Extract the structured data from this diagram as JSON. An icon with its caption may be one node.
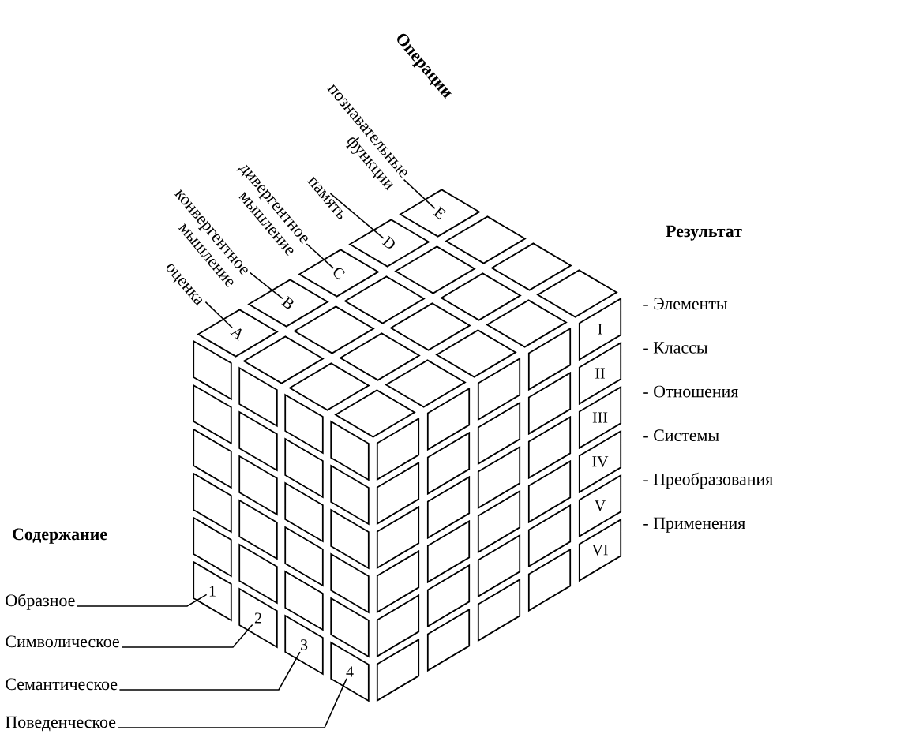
{
  "diagram": {
    "nodes": [
      {
        "text": [
          "оценка"
        ]
      },
      {
        "text": [
          "конвергентное мышление"
        ]
      },
      {
        "text": [
          "дивергентное мышление"
        ]
      },
      {
        "text": [
          "память"
        ]
      },
      {
        "text": [
          "познавательные функции"
        ]
      },
      {
        "text": [
          "A"
        ]
      },
      {
        "text": [
          "B"
        ]
      },
      {
        "text": [
          "C"
        ]
      },
      {
        "text": [
          "D"
        ]
      },
      {
        "text": [
          "E"
        ]
      },
      {
        "text": [
          "Образное"
        ]
      },
      {
        "text": [
          "Символическое"
        ]
      },
      {
        "text": [
          "Семантическое"
        ]
      },
      {
        "text": [
          "Поведенческое"
        ]
      },
      {
        "text": [
          "1"
        ]
      },
      {
        "text": [
          "2"
        ]
      },
      {
        "text": [
          "3"
        ]
      },
      {
        "text": [
          "4"
        ]
      },
      {
        "text": [
          "I"
        ]
      },
      {
        "text": [
          "II"
        ]
      },
      {
        "text": [
          "III"
        ]
      },
      {
        "text": [
          "IV"
        ]
      },
      {
        "text": [
          "V"
        ]
      },
      {
        "text": [
          "VI"
        ]
      }
    ],
    "edges": [
      {
        "from": 0,
        "to": 5,
        "arrow": "none"
      },
      {
        "from": 1,
        "to": 6,
        "arrow": "none"
      },
      {
        "from": 2,
        "to": 7,
        "arrow": "none"
      },
      {
        "from": 3,
        "to": 8,
        "arrow": "none"
      },
      {
        "from": 4,
        "to": 9,
        "arrow": "none"
      },
      {
        "from": 10,
        "to": 14,
        "arrow": "none"
      },
      {
        "from": 11,
        "to": 15,
        "arrow": "none"
      },
      {
        "from": 12,
        "to": 16,
        "arrow": "none"
      },
      {
        "from": 13,
        "to": 17,
        "arrow": "none"
      }
    ],
    "labels": [
      "Операции",
      "Результат",
      "- Элементы",
      "- Классы",
      "- Отношения",
      "- Системы",
      "- Преобразования",
      "- Применения",
      "Содержание"
    ]
  }
}
